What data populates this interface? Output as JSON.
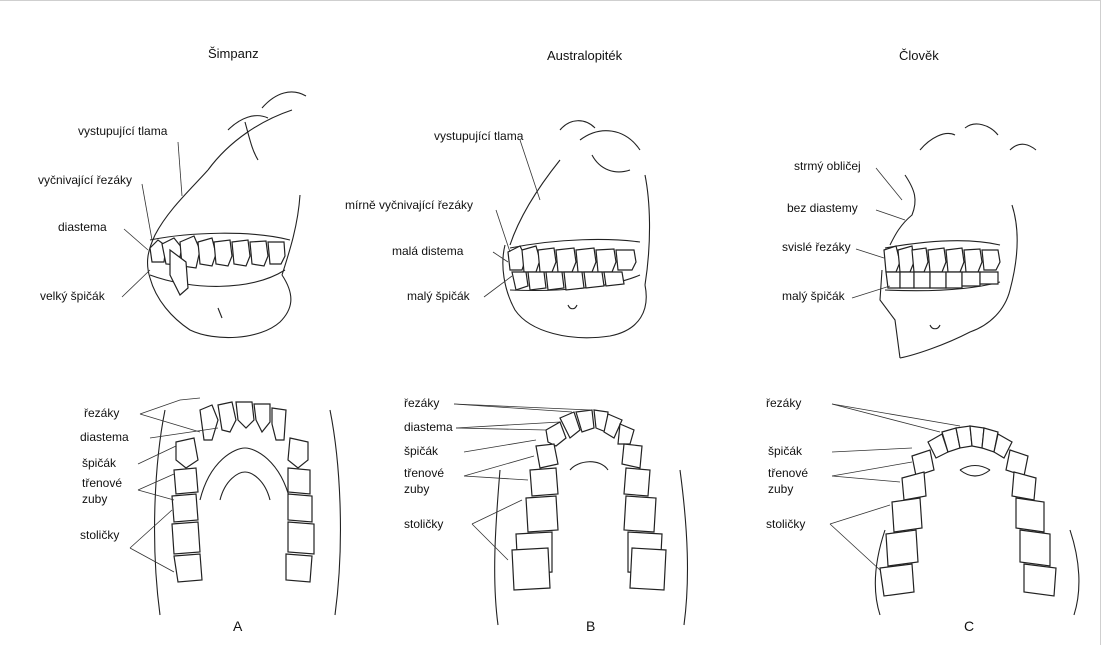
{
  "titles": {
    "chimp": "Šimpanz",
    "australopith": "Australopiték",
    "human": "Člověk"
  },
  "panel_letters": {
    "a": "A",
    "b": "B",
    "c": "C"
  },
  "chimp_side": {
    "protruding_snout": "vystupující tlama",
    "protruding_incisors": "vyčnivající řezáky",
    "diastema": "diastema",
    "large_canine": "velký špičák"
  },
  "australopith_side": {
    "protruding_snout": "vystupující tlama",
    "slightly_protruding_incisors": "mírně vyčnivající řezáky",
    "small_diastema": "malá distema",
    "small_canine": "malý špičák"
  },
  "human_side": {
    "steep_face": "strmý obličej",
    "no_diastema": "bez diastemy",
    "vertical_incisors": "svislé řezáky",
    "small_canine": "malý špičák"
  },
  "chimp_arch": {
    "incisors": "řezáky",
    "diastema": "diastema",
    "canine": "špičák",
    "premolars_1": "třenové",
    "premolars_2": "zuby",
    "molars": "stoličky"
  },
  "australopith_arch": {
    "incisors": "řezáky",
    "diastema": "diastema",
    "canine": "špičák",
    "premolars_1": "třenové",
    "premolars_2": "zuby",
    "molars": "stoličky"
  },
  "human_arch": {
    "incisors": "řezáky",
    "canine": "špičák",
    "premolars_1": "třenové",
    "premolars_2": "zuby",
    "molars": "stoličky"
  }
}
